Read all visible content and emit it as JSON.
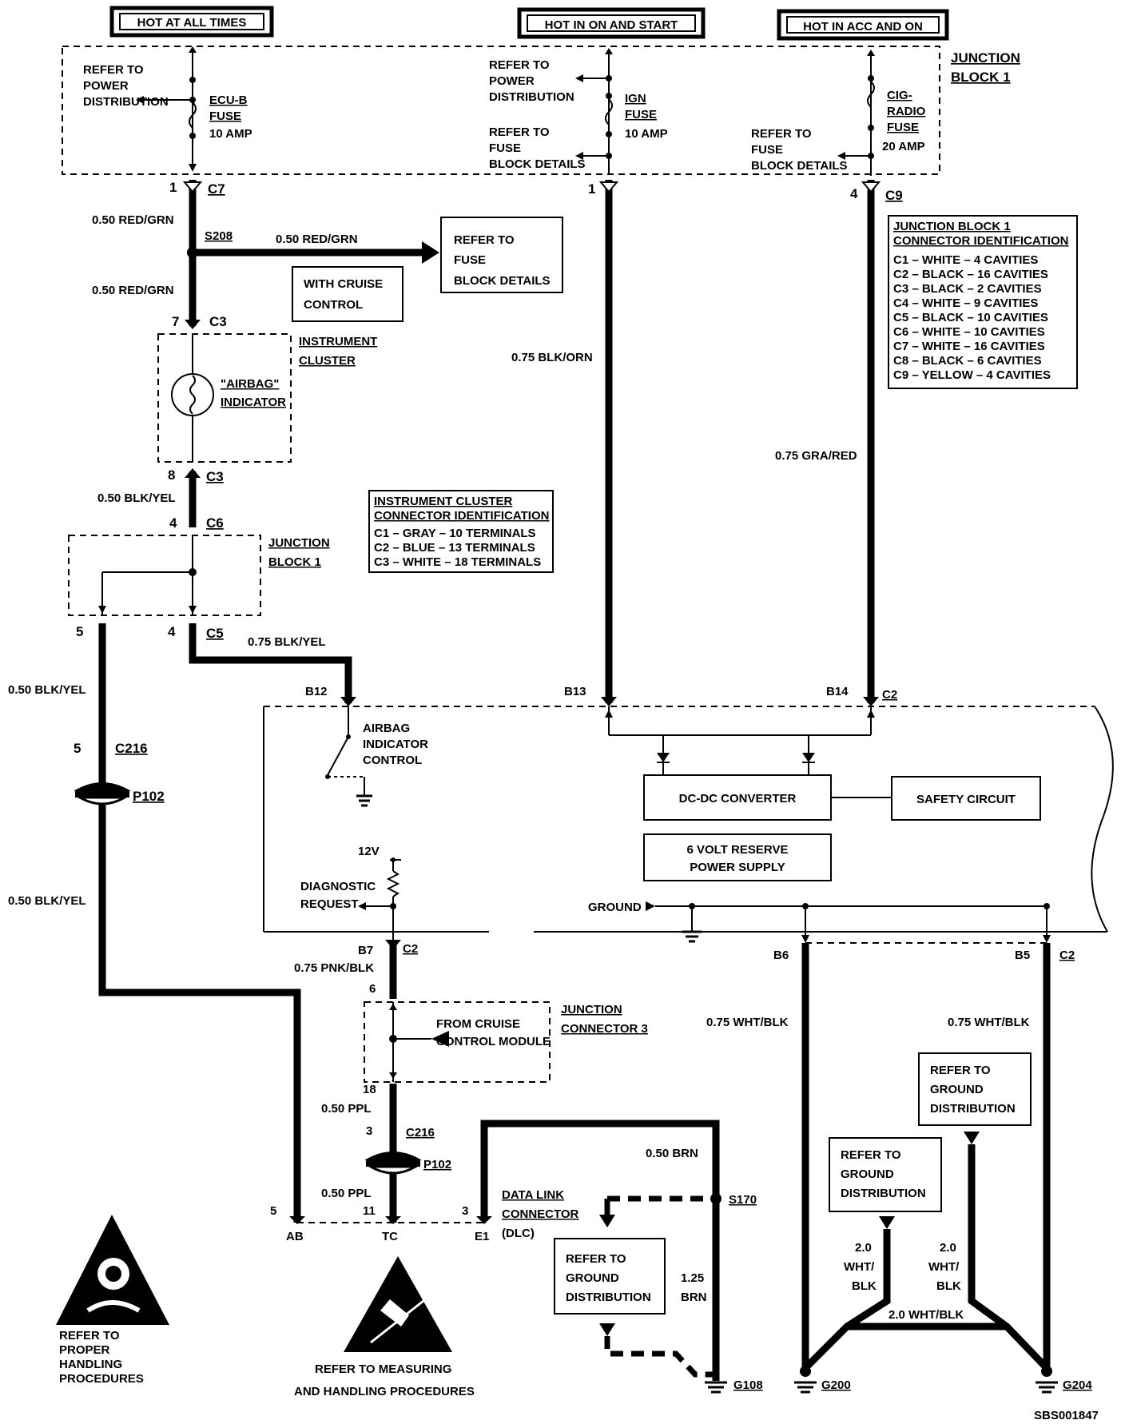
{
  "headers": {
    "hot_at_all_times": "HOT AT ALL TIMES",
    "hot_in_on_and_start": "HOT IN ON AND START",
    "hot_in_acc_and_on": "HOT IN ACC AND ON"
  },
  "junction_block": {
    "label_line1": "JUNCTION",
    "label_line2": "BLOCK 1",
    "refer_power_1": "REFER TO",
    "refer_power_2": "POWER",
    "refer_power_3": "DISTRIBUTION",
    "refer_power_b1": "REFER TO",
    "refer_power_b2": "POWER",
    "refer_power_b3": "DISTRIBUTION",
    "refer_fuse_a1": "REFER TO",
    "refer_fuse_a2": "FUSE",
    "refer_fuse_a3": "BLOCK DETAILS",
    "refer_fuse_b1": "REFER TO",
    "refer_fuse_b2": "FUSE",
    "refer_fuse_b3": "BLOCK DETAILS",
    "fuse1_name1": "ECU-B",
    "fuse1_name2": "FUSE",
    "fuse1_amp": "10 AMP",
    "fuse2_name1": "IGN",
    "fuse2_name2": "FUSE",
    "fuse2_amp": "10 AMP",
    "fuse3_name1": "CIG-",
    "fuse3_name2": "RADIO",
    "fuse3_name3": "FUSE",
    "fuse3_amp": "20 AMP"
  },
  "connector_id": {
    "title1": "JUNCTION BLOCK 1",
    "title2": "CONNECTOR IDENTIFICATION",
    "rows": [
      "C1 – WHITE – 4 CAVITIES",
      "C2 – BLACK – 16 CAVITIES",
      "C3 – BLACK – 2 CAVITIES",
      "C4 – WHITE – 9 CAVITIES",
      "C5 – BLACK – 10 CAVITIES",
      "C6 – WHITE – 10 CAVITIES",
      "C7 – WHITE – 16 CAVITIES",
      "C8 – BLACK – 6 CAVITIES",
      "C9 – YELLOW – 4 CAVITIES"
    ]
  },
  "cluster_id": {
    "title1": "INSTRUMENT CLUSTER",
    "title2": "CONNECTOR IDENTIFICATION",
    "rows": [
      "C1 – GRAY – 10 TERMINALS",
      "C2 – BLUE – 13 TERMINALS",
      "C3 – WHITE – 18 TERMINALS"
    ]
  },
  "labels": {
    "pin1": "1",
    "c7": "C7",
    "pin1b": "1",
    "pin4": "4",
    "c9": "C9",
    "wire_red_grn_1": "0.50 RED/GRN",
    "s208": "S208",
    "wire_red_grn_h": "0.50 RED/GRN",
    "refer_fuse_c1": "REFER TO",
    "refer_fuse_c2": "FUSE",
    "refer_fuse_c3": "BLOCK DETAILS",
    "with_cruise_1": "WITH CRUISE",
    "with_cruise_2": "CONTROL",
    "wire_red_grn_2": "0.50 RED/GRN",
    "pin7": "7",
    "c3a": "C3",
    "instrument_cluster_1": "INSTRUMENT",
    "instrument_cluster_2": "CLUSTER",
    "airbag_ind_1": "\"AIRBAG\"",
    "airbag_ind_2": "INDICATOR",
    "pin8": "8",
    "c3b": "C3",
    "wire_blk_yel_1": "0.50 BLK/YEL",
    "pin4b": "4",
    "c6": "C6",
    "jb1_1": "JUNCTION",
    "jb1_2": "BLOCK 1",
    "pin5": "5",
    "pin4c": "4",
    "c5": "C5",
    "wire_blk_orn": "0.75 BLK/ORN",
    "wire_gra_red": "0.75 GRA/RED",
    "wire_blk_yel_2": "0.75 BLK/YEL",
    "wire_blk_yel_3": "0.50 BLK/YEL",
    "wire_blk_yel_4": "0.50 BLK/YEL",
    "b12": "B12",
    "b13": "B13",
    "b14": "B14",
    "c2a": "C2",
    "airbag_ctrl_1": "AIRBAG",
    "airbag_ctrl_2": "INDICATOR",
    "airbag_ctrl_3": "CONTROL",
    "pin5b": "5",
    "c216a": "C216",
    "p102a": "P102",
    "dcdc": "DC-DC CONVERTER",
    "safety": "SAFETY CIRCUIT",
    "reserve_1": "6 VOLT RESERVE",
    "reserve_2": "POWER SUPPLY",
    "v12": "12V",
    "diag_1": "DIAGNOSTIC",
    "diag_2": "REQUEST",
    "ground": "GROUND",
    "b7": "B7",
    "c2b": "C2",
    "wire_pnk_blk": "0.75 PNK/BLK",
    "pin6": "6",
    "jc3_1": "JUNCTION",
    "jc3_2": "CONNECTOR 3",
    "from_cruise_1": "FROM CRUISE",
    "from_cruise_2": "CONTROL MODULE",
    "pin18": "18",
    "wire_ppl_1": "0.50 PPL",
    "pin3": "3",
    "c216b": "C216",
    "p102b": "P102",
    "wire_ppl_2": "0.50 PPL",
    "pin11": "11",
    "pin5c": "5",
    "pin3b": "3",
    "ab": "AB",
    "tc": "TC",
    "e1": "E1",
    "dlc_1": "DATA LINK",
    "dlc_2": "CONNECTOR",
    "dlc_3": "(DLC)",
    "wire_brn_050": "0.50 BRN",
    "s170": "S170",
    "refer_gnd_a1": "REFER TO",
    "refer_gnd_a2": "GROUND",
    "refer_gnd_a3": "DISTRIBUTION",
    "wire_brn_125_1": "1.25",
    "wire_brn_125_2": "BRN",
    "g108": "G108",
    "b6": "B6",
    "b5": "B5",
    "c2c": "C2",
    "wire_wht_blk_1": "0.75 WHT/BLK",
    "wire_wht_blk_2": "0.75 WHT/BLK",
    "refer_gnd_b1": "REFER TO",
    "refer_gnd_b2": "GROUND",
    "refer_gnd_b3": "DISTRIBUTION",
    "refer_gnd_c1": "REFER TO",
    "refer_gnd_c2": "GROUND",
    "refer_gnd_c3": "DISTRIBUTION",
    "wire_20_a1": "2.0",
    "wire_20_a2": "WHT/",
    "wire_20_a3": "BLK",
    "wire_20_b1": "2.0",
    "wire_20_b2": "WHT/",
    "wire_20_b3": "BLK",
    "wire_20_h": "2.0 WHT/BLK",
    "g200": "G200",
    "g204": "G204",
    "proper_1": "REFER TO",
    "proper_2": "PROPER",
    "proper_3": "HANDLING",
    "proper_4": "PROCEDURES",
    "measuring_1": "REFER TO  MEASURING",
    "measuring_2": "AND HANDLING PROCEDURES",
    "figure_id": "SBS001847"
  }
}
